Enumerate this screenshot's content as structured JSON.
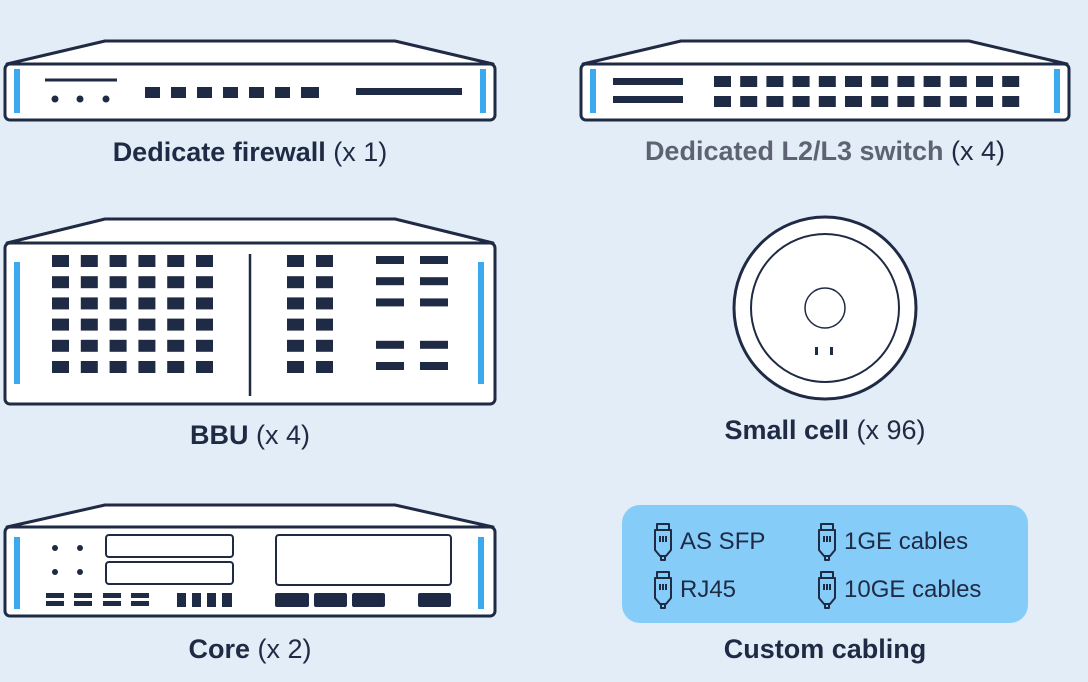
{
  "devices": {
    "firewall": {
      "name": "Dedicate firewall",
      "qty": "(x 1)"
    },
    "switch": {
      "name": "Dedicated L2/L3 switch",
      "qty": "(x 4)"
    },
    "bbu": {
      "name": "BBU",
      "qty": "(x 4)"
    },
    "small_cell": {
      "name": "Small cell",
      "qty": "(x 96)"
    },
    "core": {
      "name": "Core",
      "qty": "(x 2)"
    }
  },
  "cabling": {
    "title": "Custom cabling",
    "items": [
      "AS SFP",
      "1GE cables",
      "RJ45",
      "10GE cables"
    ]
  },
  "colors": {
    "background": "#e2edf7",
    "accent_blue": "#3aa9ee",
    "cabling_box": "#86ccf8",
    "ink": "#1f2a44"
  }
}
